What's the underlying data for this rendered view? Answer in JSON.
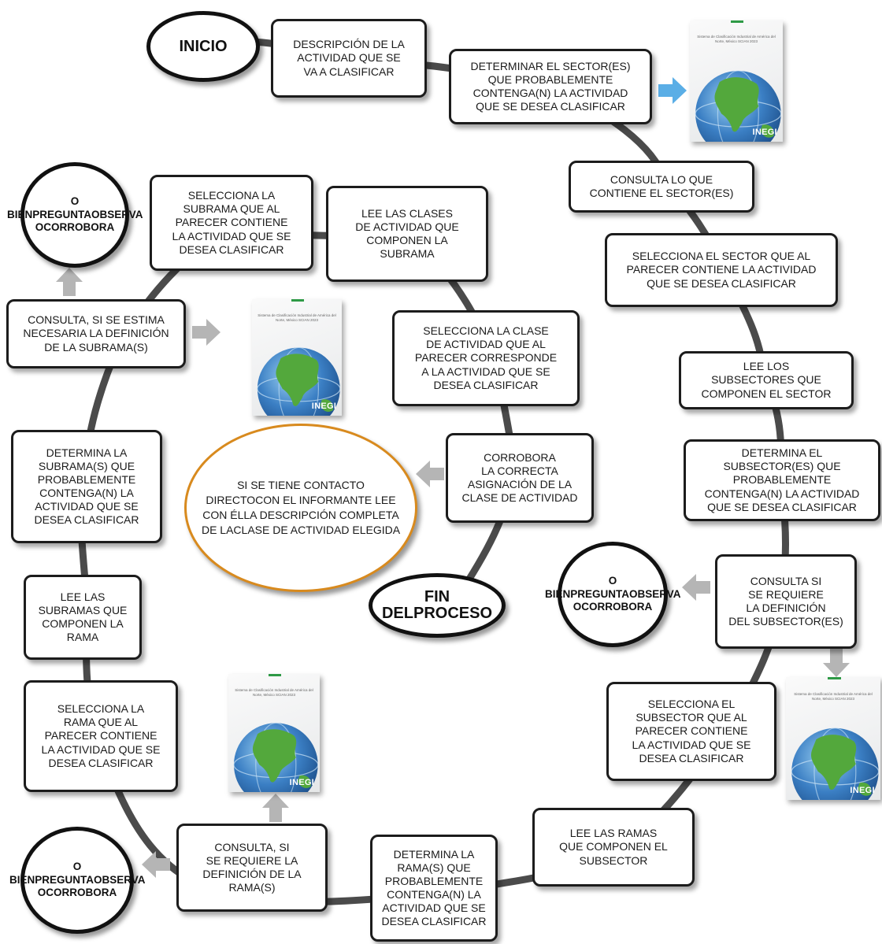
{
  "title": "",
  "colors": {
    "track": "#4b4b4b",
    "box_border": "#1c1c1c",
    "final_oval_border": "#d88a1e",
    "arrow_blue": "#5aaee6",
    "arrow_gray": "#b5b5b5",
    "globe_blue": "#3b7fc4",
    "land_green": "#53a83c",
    "book_logo_green": "#2e9a46"
  },
  "start": "INICIO",
  "end": [
    "FIN DEL",
    "PROCESO"
  ],
  "steps": [
    {
      "id": "s1",
      "lines": [
        "DESCRIPCIÓN DE LA",
        "ACTIVIDAD QUE SE",
        "VA A CLASIFICAR"
      ]
    },
    {
      "id": "s2",
      "lines": [
        "DETERMINAR EL SECTOR(ES)",
        "QUE PROBABLEMENTE",
        "CONTENGA(N) LA ACTIVIDAD",
        "QUE SE DESEA CLASIFICAR"
      ]
    },
    {
      "id": "s3",
      "lines": [
        "CONSULTA LO QUE",
        "CONTIENE EL SECTOR(ES)"
      ]
    },
    {
      "id": "s4",
      "lines": [
        "SELECCIONA EL SECTOR QUE AL",
        "PARECER CONTIENE LA ACTIVIDAD",
        "QUE SE DESEA CLASIFICAR"
      ]
    },
    {
      "id": "s5",
      "lines": [
        "LEE LOS",
        "SUBSECTORES QUE",
        "COMPONEN EL SECTOR"
      ]
    },
    {
      "id": "s6",
      "lines": [
        "DETERMINA EL",
        "SUBSECTOR(ES) QUE",
        "PROBABLEMENTE",
        "CONTENGA(N) LA ACTIVIDAD",
        "QUE SE DESEA CLASIFICAR"
      ]
    },
    {
      "id": "s7",
      "lines": [
        "CONSULTA SI",
        "SE REQUIERE",
        "LA DEFINICIÓN",
        "DEL SUBSECTOR(ES)"
      ]
    },
    {
      "id": "s8",
      "lines": [
        "SELECCIONA EL",
        "SUBSECTOR QUE AL",
        "PARECER CONTIENE",
        "LA ACTIVIDAD QUE SE",
        "DESEA CLASIFICAR"
      ]
    },
    {
      "id": "s9",
      "lines": [
        "LEE LAS RAMAS",
        "QUE COMPONEN EL",
        "SUBSECTOR"
      ]
    },
    {
      "id": "s10",
      "lines": [
        "DETERMINA LA",
        "RAMA(S) QUE",
        "PROBABLEMENTE",
        "CONTENGA(N) LA",
        "ACTIVIDAD QUE SE",
        "DESEA CLASIFICAR"
      ]
    },
    {
      "id": "s11",
      "lines": [
        "CONSULTA, SI",
        "SE REQUIERE LA",
        "DEFINICIÓN DE LA",
        "RAMA(S)"
      ]
    },
    {
      "id": "s12",
      "lines": [
        "SELECCIONA LA",
        "RAMA QUE AL",
        "PARECER CONTIENE",
        "LA ACTIVIDAD QUE SE",
        "DESEA CLASIFICAR"
      ]
    },
    {
      "id": "s13",
      "lines": [
        "LEE LAS",
        "SUBRAMAS QUE",
        "COMPONEN LA",
        "RAMA"
      ]
    },
    {
      "id": "s14",
      "lines": [
        "DETERMINA LA",
        "SUBRAMA(S) QUE",
        "PROBABLEMENTE",
        "CONTENGA(N) LA",
        "ACTIVIDAD QUE SE",
        "DESEA CLASIFICAR"
      ]
    },
    {
      "id": "s15",
      "lines": [
        "CONSULTA, SI SE ESTIMA",
        "NECESARIA LA DEFINICIÓN",
        "DE LA SUBRAMA(S)"
      ]
    },
    {
      "id": "s16",
      "lines": [
        "SELECCIONA LA",
        "SUBRAMA QUE AL",
        "PARECER CONTIENE",
        "LA ACTIVIDAD QUE SE",
        "DESEA CLASIFICAR"
      ]
    },
    {
      "id": "s17",
      "lines": [
        "LEE LAS CLASES",
        "DE ACTIVIDAD QUE",
        "COMPONEN LA",
        "SUBRAMA"
      ]
    },
    {
      "id": "s18",
      "lines": [
        "SELECCIONA LA CLASE",
        "DE ACTIVIDAD QUE AL",
        "PARECER  CORRESPONDE",
        "A LA ACTIVIDAD QUE SE",
        "DESEA CLASIFICAR"
      ]
    },
    {
      "id": "s19",
      "lines": [
        "CORROBORA",
        "LA CORRECTA",
        "ASIGNACIÓN DE LA",
        "CLASE DE ACTIVIDAD"
      ]
    }
  ],
  "ask_label": [
    "O BIEN",
    "PREGUNTA",
    "OBSERVA O",
    "CORROBORA"
  ],
  "final_note": [
    "SI SE TIENE CONTACTO DIRECTO",
    "CON EL INFORMANTE LEE CON ÉL",
    "LA DESCRIPCIÓN COMPLETA DE LA",
    "CLASE DE ACTIVIDAD ELEGIDA"
  ],
  "book": {
    "title": "Sistema de Clasificación Industrial de América del Norte, México SCIAN 2023",
    "logo": "INEGI"
  }
}
